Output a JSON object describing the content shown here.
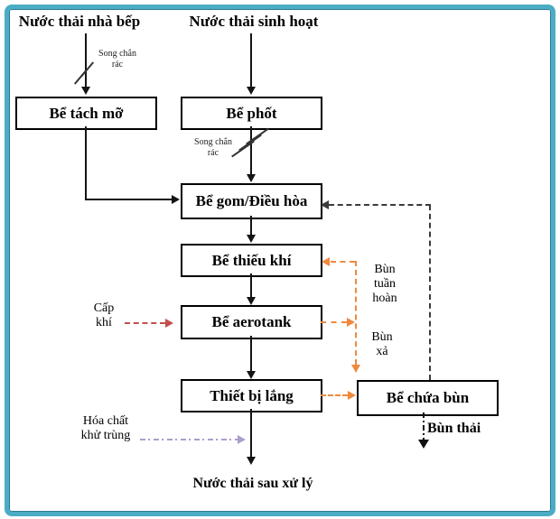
{
  "frame": {
    "border_color": "#4AACC5"
  },
  "sources": {
    "kitchen": "Nước thải nhà bếp",
    "domestic": "Nước thải sinh hoạt"
  },
  "tanks": {
    "grease_trap": "Bể tách mỡ",
    "septic": "Bể phốt",
    "collection_equalization": "Bể gom/Điều hòa",
    "anoxic": "Bể thiếu khí",
    "aerotank": "Bể aerotank",
    "settling": "Thiết bị lắng",
    "sludge_storage": "Bể chứa bùn"
  },
  "stream_labels": {
    "bar_screen_1": "Song chắn rác",
    "bar_screen_2": "Song chắn rác",
    "air_supply": "Cấp khí",
    "recirculated_sludge": "Bùn tuần hoàn",
    "excess_sludge": "Bùn xả",
    "disinfection_chemical": "Hóa chất khử trùng",
    "waste_sludge": "Bùn thải",
    "treated_effluent": "Nước thải sau xử lý"
  },
  "line_colors": {
    "main_flow": "#141414",
    "sludge_return_dashed": "#3B3B3B",
    "sludge_orange": "#F0883E",
    "air_supply_red": "#C0504D",
    "chemical_lavender": "#AC9ECB"
  }
}
